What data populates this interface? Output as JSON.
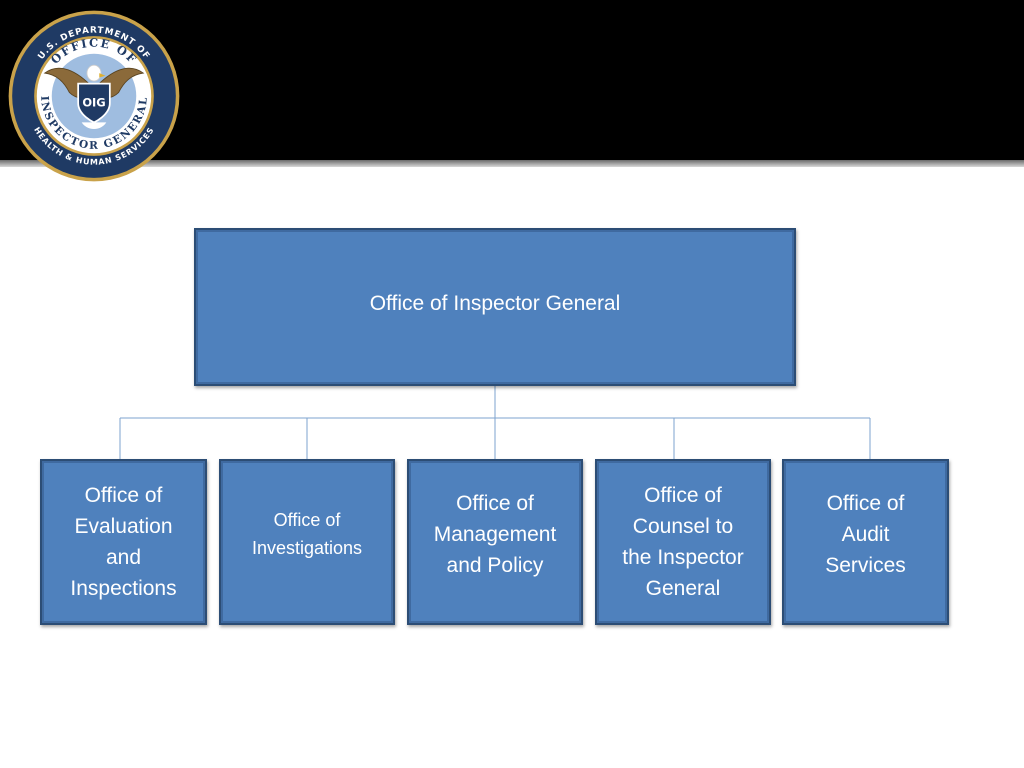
{
  "seal": {
    "outer_text_top": "U.S. DEPARTMENT OF",
    "outer_text_bottom": "HEALTH & HUMAN SERVICES",
    "inner_text_top": "OFFICE OF",
    "inner_text_bottom": "INSPECTOR GENERAL",
    "shield_text": "OIG"
  },
  "org_chart": {
    "root": "Office of Inspector General",
    "children": [
      "Office of\nEvaluation\nand\nInspections",
      "Office of\nInvestigations",
      "Office of\nManagement\nand Policy",
      "Office of\nCounsel  to\nthe Inspector\nGeneral",
      "Office of\nAudit\nServices"
    ]
  },
  "colors": {
    "header_band": "#000000",
    "box_fill": "#4f81bd",
    "box_border": "#2c4d75",
    "connector": "#7da3cf",
    "seal_ring": "#1f3a64",
    "seal_gold": "#c9a24a"
  }
}
